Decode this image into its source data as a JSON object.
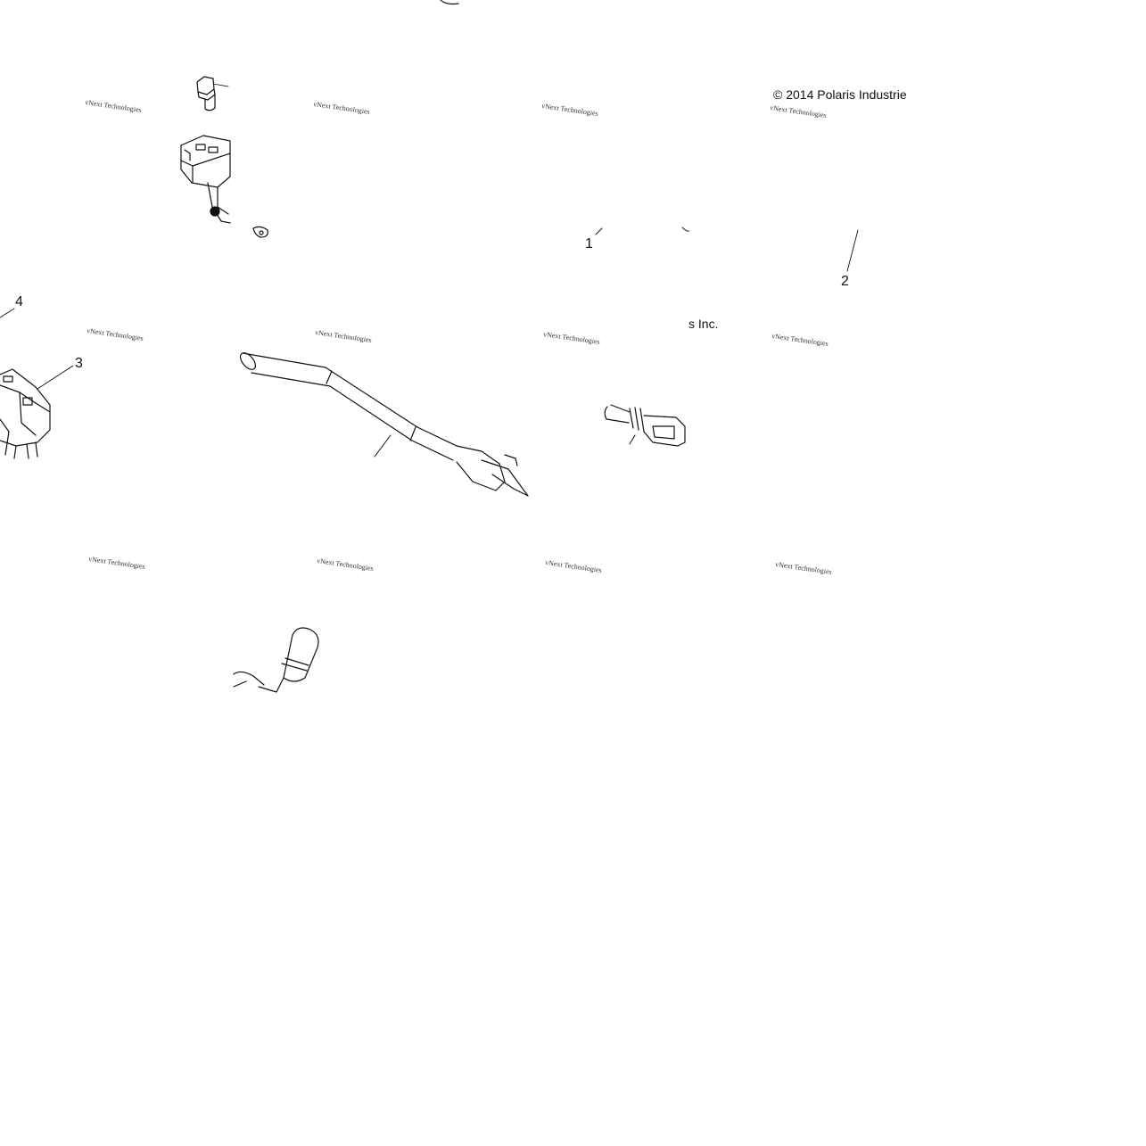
{
  "diagram": {
    "copyright_line_1": "© 2014 Polaris Industrie",
    "copyright_line_2": "s Inc.",
    "callouts": [
      "1",
      "2",
      "3",
      "4"
    ],
    "watermark": "vNext Technologies"
  }
}
